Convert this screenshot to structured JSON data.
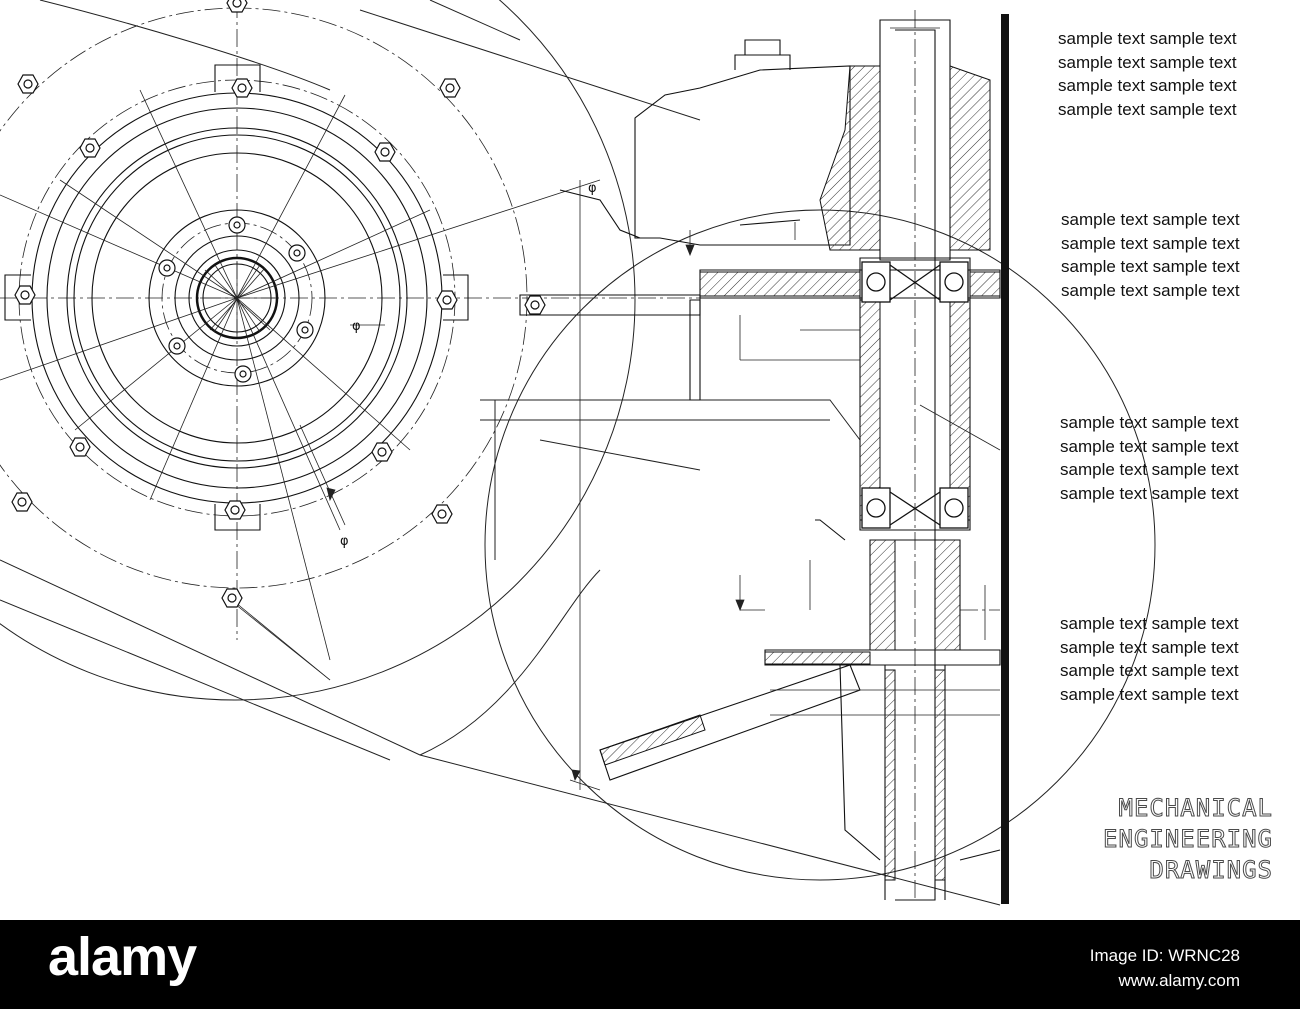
{
  "drawing": {
    "text_blocks": [
      {
        "lines": [
          "sample text sample text",
          "sample text sample text",
          "sample text sample text",
          "sample text sample text"
        ]
      },
      {
        "lines": [
          "sample text sample text",
          "sample text sample text",
          "sample text sample text",
          "sample text sample text"
        ]
      },
      {
        "lines": [
          "sample text sample text",
          "sample text sample text",
          "sample text sample text",
          "sample text sample text"
        ]
      },
      {
        "lines": [
          "sample text sample text",
          "sample text sample text",
          "sample text sample text",
          "sample text sample text"
        ]
      }
    ],
    "title_lines": [
      "MECHANICAL",
      "ENGINEERING",
      "DRAWINGS"
    ],
    "dimension_symbol": "φ"
  },
  "footer": {
    "logo": "alamy",
    "stock_label": "Image ID: WRNC28",
    "image_id": "www.alamy.com"
  },
  "colors": {
    "line": "#222222",
    "background": "#ffffff",
    "footer": "#000000"
  }
}
